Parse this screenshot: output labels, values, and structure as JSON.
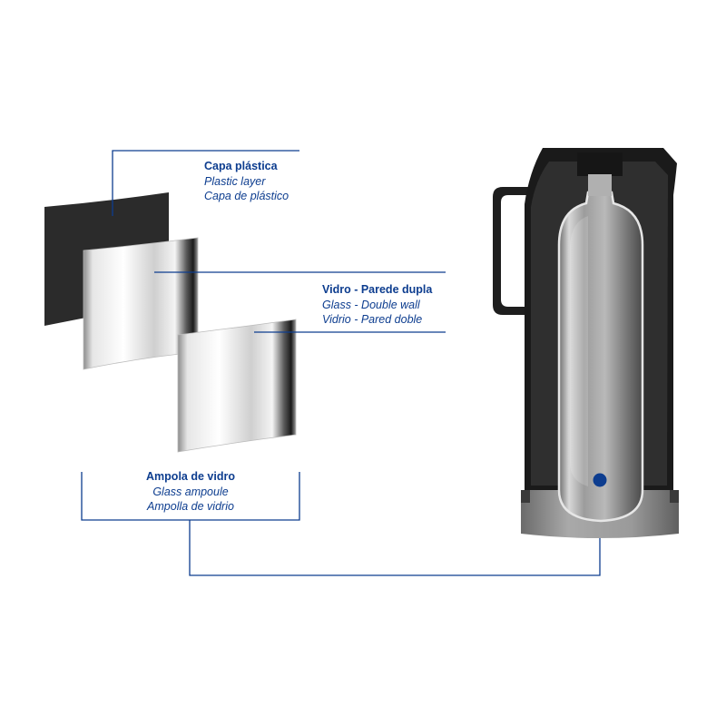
{
  "labels": {
    "plastic": {
      "title": "Capa plástica",
      "en": "Plastic layer",
      "es": "Capa de plástico"
    },
    "glass": {
      "title": "Vidro - Parede dupla",
      "en": "Glass - Double wall",
      "es": "Vidrio - Pared doble"
    },
    "ampoule": {
      "title": "Ampola de vidro",
      "en": "Glass ampoule",
      "es": "Ampolla de vidrio"
    }
  },
  "colors": {
    "accent": "#0d3d8f",
    "plastic_layer": "#2b2b2b",
    "background": "#ffffff"
  }
}
